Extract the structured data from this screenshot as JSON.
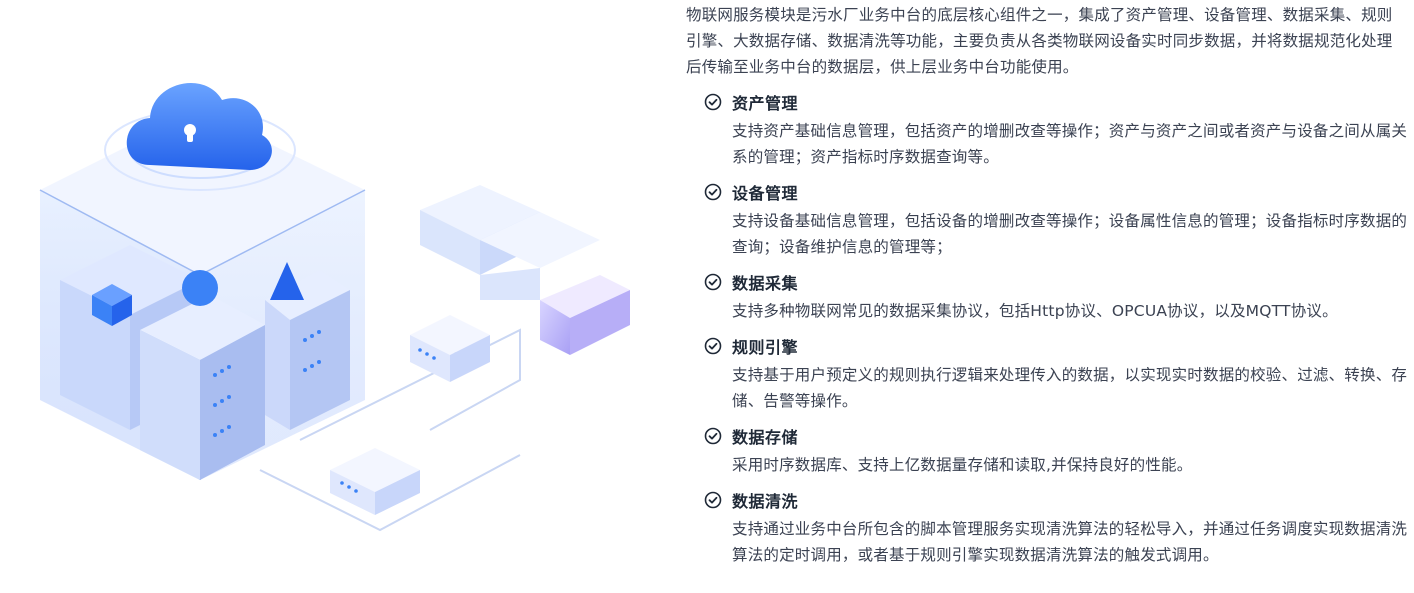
{
  "intro": "物联网服务模块是污水厂业务中台的底层核心组件之一，集成了资产管理、设备管理、数据采集、规则引擎、大数据存储、数据清洗等功能，主要负责从各类物联网设备实时同步数据，并将数据规范化处理后传输至业务中台的数据层，供上层业务中台功能使用。",
  "accent_color": "#2f6fd6",
  "icons": {
    "check": "check-circle-icon"
  },
  "features": [
    {
      "title": "资产管理",
      "desc": "支持资产基础信息管理，包括资产的增删改查等操作；资产与资产之间或者资产与设备之间从属关系的管理；资产指标时序数据查询等。"
    },
    {
      "title": "设备管理",
      "desc": "支持设备基础信息管理，包括设备的增删改查等操作；设备属性信息的管理；设备指标时序数据的查询；设备维护信息的管理等；"
    },
    {
      "title": "数据采集",
      "desc": "支持多种物联网常见的数据采集协议，包括Http协议、OPCUA协议，以及MQTT协议。"
    },
    {
      "title": "规则引擎",
      "desc": "支持基于用户预定义的规则执行逻辑来处理传入的数据，以实现实时数据的校验、过滤、转换、存储、告警等操作。"
    },
    {
      "title": "数据存储",
      "desc": "采用时序数据库、支持上亿数据量存储和读取,并保持良好的性能。"
    },
    {
      "title": "数据清洗",
      "desc": "支持通过业务中台所包含的脚本管理服务实现清洗算法的轻松导入，并通过任务调度实现数据清洗算法的定时调用，或者基于规则引擎实现数据清洗算法的触发式调用。"
    }
  ]
}
